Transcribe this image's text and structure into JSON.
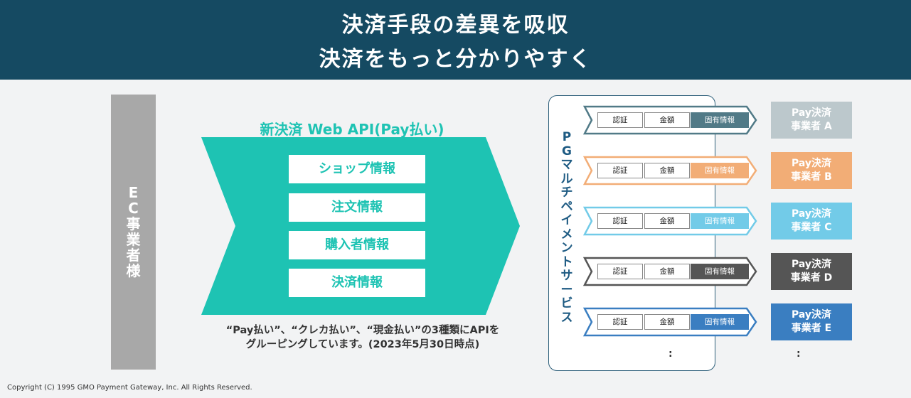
{
  "header": {
    "line1": "決済手段の差異を吸収",
    "line2": "決済をもっと分かりやすく"
  },
  "ec": {
    "label_chars": [
      "E",
      "C",
      "事",
      "業",
      "者",
      "様"
    ]
  },
  "api": {
    "title": "新決済 Web API(Pay払い)",
    "items": [
      "ショップ情報",
      "注文情報",
      "購入者情報",
      "決済情報"
    ],
    "color": "#1ec3b3"
  },
  "note": {
    "line1": "“Pay払い”、“クレカ払い”、“現金払い”の3種類にAPIを",
    "line2": "グルーピングしています。(2023年5月30日時点)"
  },
  "pg": {
    "label_chars": [
      "P",
      "G",
      "マ",
      "ル",
      "チ",
      "ペ",
      "イ",
      "メ",
      "ン",
      "ト",
      "サ",
      "ー",
      "ビ",
      "ス"
    ],
    "cells": [
      "認証",
      "金額",
      "固有情報"
    ],
    "rows": [
      {
        "color": "#517a87",
        "provider_color": "#bcc8cc"
      },
      {
        "color": "#f2ad76",
        "provider_color": "#f2ad76"
      },
      {
        "color": "#72cbe8",
        "provider_color": "#72cbe8"
      },
      {
        "color": "#555555",
        "provider_color": "#555555"
      },
      {
        "color": "#3a7ec1",
        "provider_color": "#3a7ec1"
      }
    ],
    "ellipsis": ":"
  },
  "providers": [
    {
      "line1": "Pay決済",
      "line2": "事業者 A"
    },
    {
      "line1": "Pay決済",
      "line2": "事業者 B"
    },
    {
      "line1": "Pay決済",
      "line2": "事業者 C"
    },
    {
      "line1": "Pay決済",
      "line2": "事業者 D"
    },
    {
      "line1": "Pay決済",
      "line2": "事業者 E"
    }
  ],
  "copyright": "Copyright (C) 1995 GMO Payment Gateway, Inc. All Rights Reserved."
}
